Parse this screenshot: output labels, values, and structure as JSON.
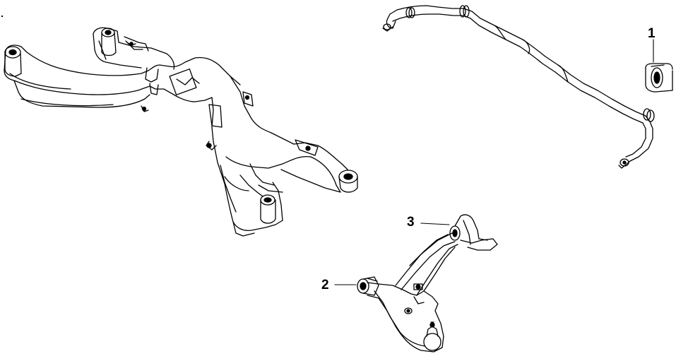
{
  "diagram": {
    "callouts": [
      {
        "number": "1",
        "part": "stabilizer-bushing"
      },
      {
        "number": "2",
        "part": "lower-arm-front-bushing"
      },
      {
        "number": "3",
        "part": "lower-arm-rear-bushing"
      }
    ],
    "colors": {
      "line": "#000000",
      "background": "#ffffff"
    }
  }
}
